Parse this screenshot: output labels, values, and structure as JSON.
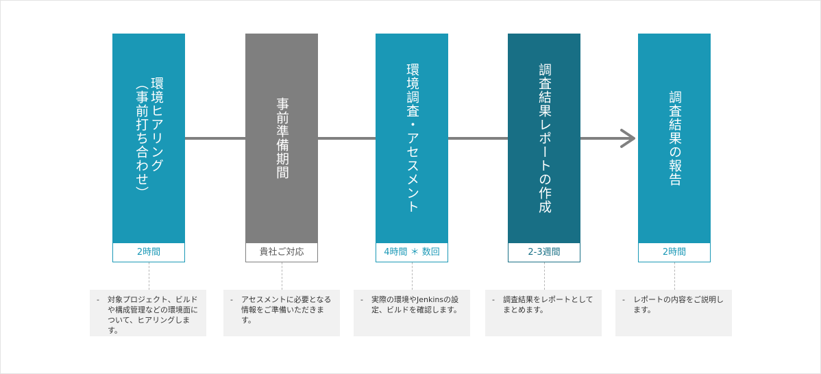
{
  "colors": {
    "stage_teal": "#1a98b6",
    "stage_gray": "#7f7f7f",
    "stage_dark_teal": "#186f85",
    "arrow": "#808080",
    "note_background": "#f1f1f1"
  },
  "stages": [
    {
      "id": "hearing",
      "title": "環境ヒアリング\n（事前打ち合わせ）",
      "duration": "2時間",
      "note_dash": "-",
      "note": "対象プロジェクト、ビルドや構成管理などの環境面について、ヒアリングします。"
    },
    {
      "id": "preparation",
      "title": "事前準備期間",
      "duration": "貴社ご対応",
      "note_dash": "-",
      "note": "アセスメントに必要となる情報をご準備いただきます。"
    },
    {
      "id": "assessment",
      "title": "環境調査・アセスメント",
      "duration": "4時間 ＊ 数回",
      "note_dash": "-",
      "note": "実際の環境やJenkinsの設定、ビルドを確認します。"
    },
    {
      "id": "report-creation",
      "title": "調査結果レポートの作成",
      "duration": "2-3週間",
      "note_dash": "-",
      "note": "調査結果をレポートとしてまとめます。"
    },
    {
      "id": "report-presentation",
      "title": "調査結果の報告",
      "duration": "2時間",
      "note_dash": "-",
      "note": "レポートの内容をご説明します。"
    }
  ]
}
